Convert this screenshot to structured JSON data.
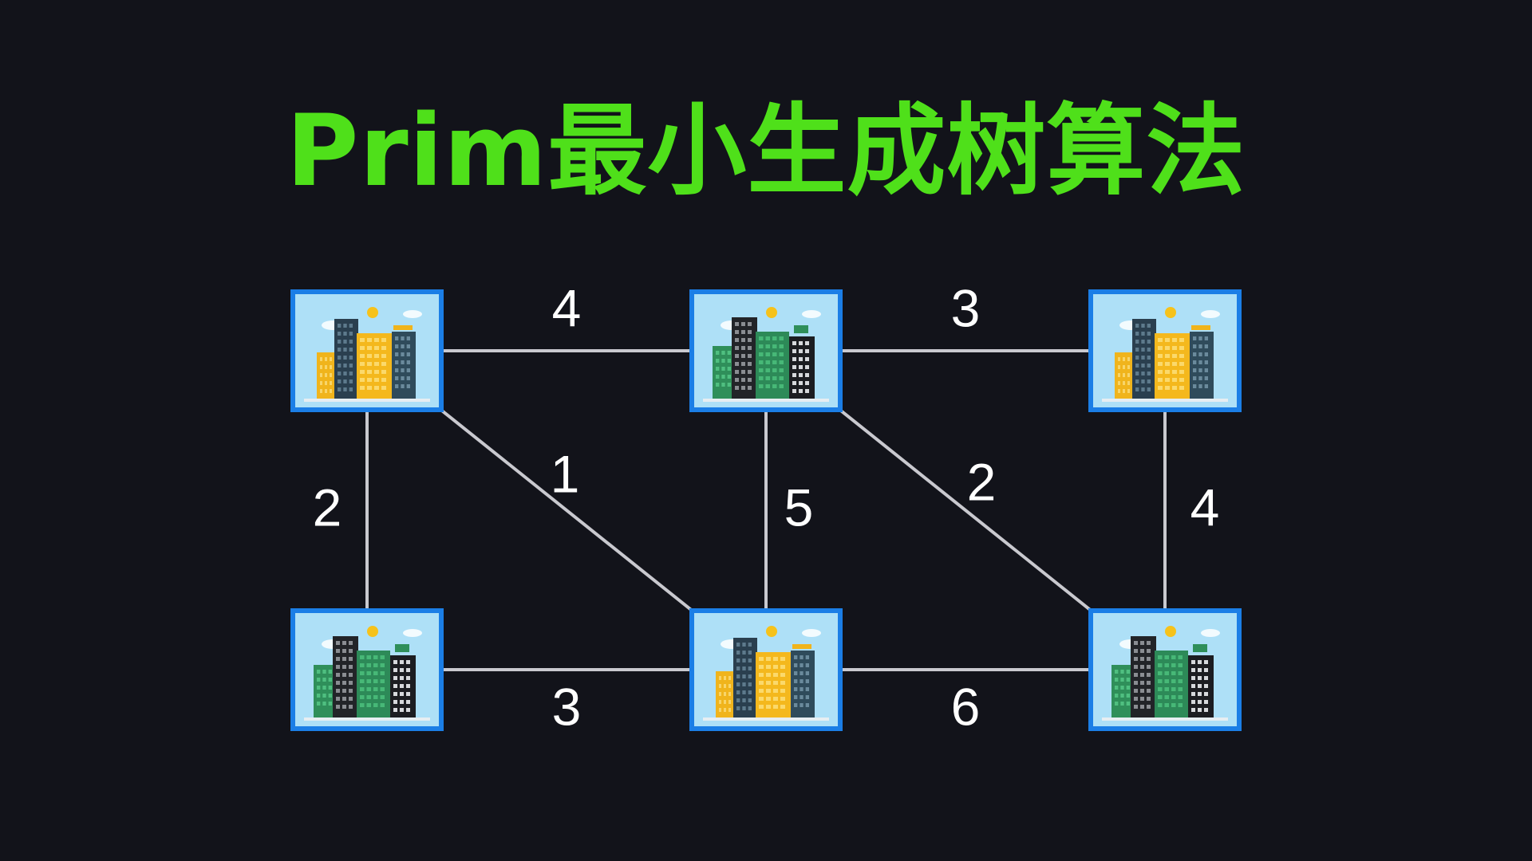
{
  "title": "Prim最小生成树算法",
  "colors": {
    "background": "#12131a",
    "title": "#4fe01a",
    "edge": "#c9c9cf",
    "node_border": "#1b7ee6",
    "node_sky": "#aee0f7",
    "weight_text": "#ffffff"
  },
  "graph": {
    "nodes": [
      {
        "id": "A",
        "icon": "city-buildings-yellow-icon",
        "variant": "yellow"
      },
      {
        "id": "B",
        "icon": "city-buildings-green-icon",
        "variant": "green"
      },
      {
        "id": "C",
        "icon": "city-buildings-yellow-icon",
        "variant": "yellow"
      },
      {
        "id": "D",
        "icon": "city-buildings-green-icon",
        "variant": "green"
      },
      {
        "id": "E",
        "icon": "city-buildings-yellow-icon",
        "variant": "yellow"
      },
      {
        "id": "F",
        "icon": "city-buildings-green-icon",
        "variant": "green"
      }
    ],
    "edges": [
      {
        "from": "A",
        "to": "B",
        "weight": "4"
      },
      {
        "from": "B",
        "to": "C",
        "weight": "3"
      },
      {
        "from": "A",
        "to": "D",
        "weight": "2"
      },
      {
        "from": "A",
        "to": "E",
        "weight": "1"
      },
      {
        "from": "B",
        "to": "E",
        "weight": "5"
      },
      {
        "from": "B",
        "to": "F",
        "weight": "2"
      },
      {
        "from": "C",
        "to": "F",
        "weight": "4"
      },
      {
        "from": "D",
        "to": "E",
        "weight": "3"
      },
      {
        "from": "E",
        "to": "F",
        "weight": "6"
      }
    ]
  }
}
